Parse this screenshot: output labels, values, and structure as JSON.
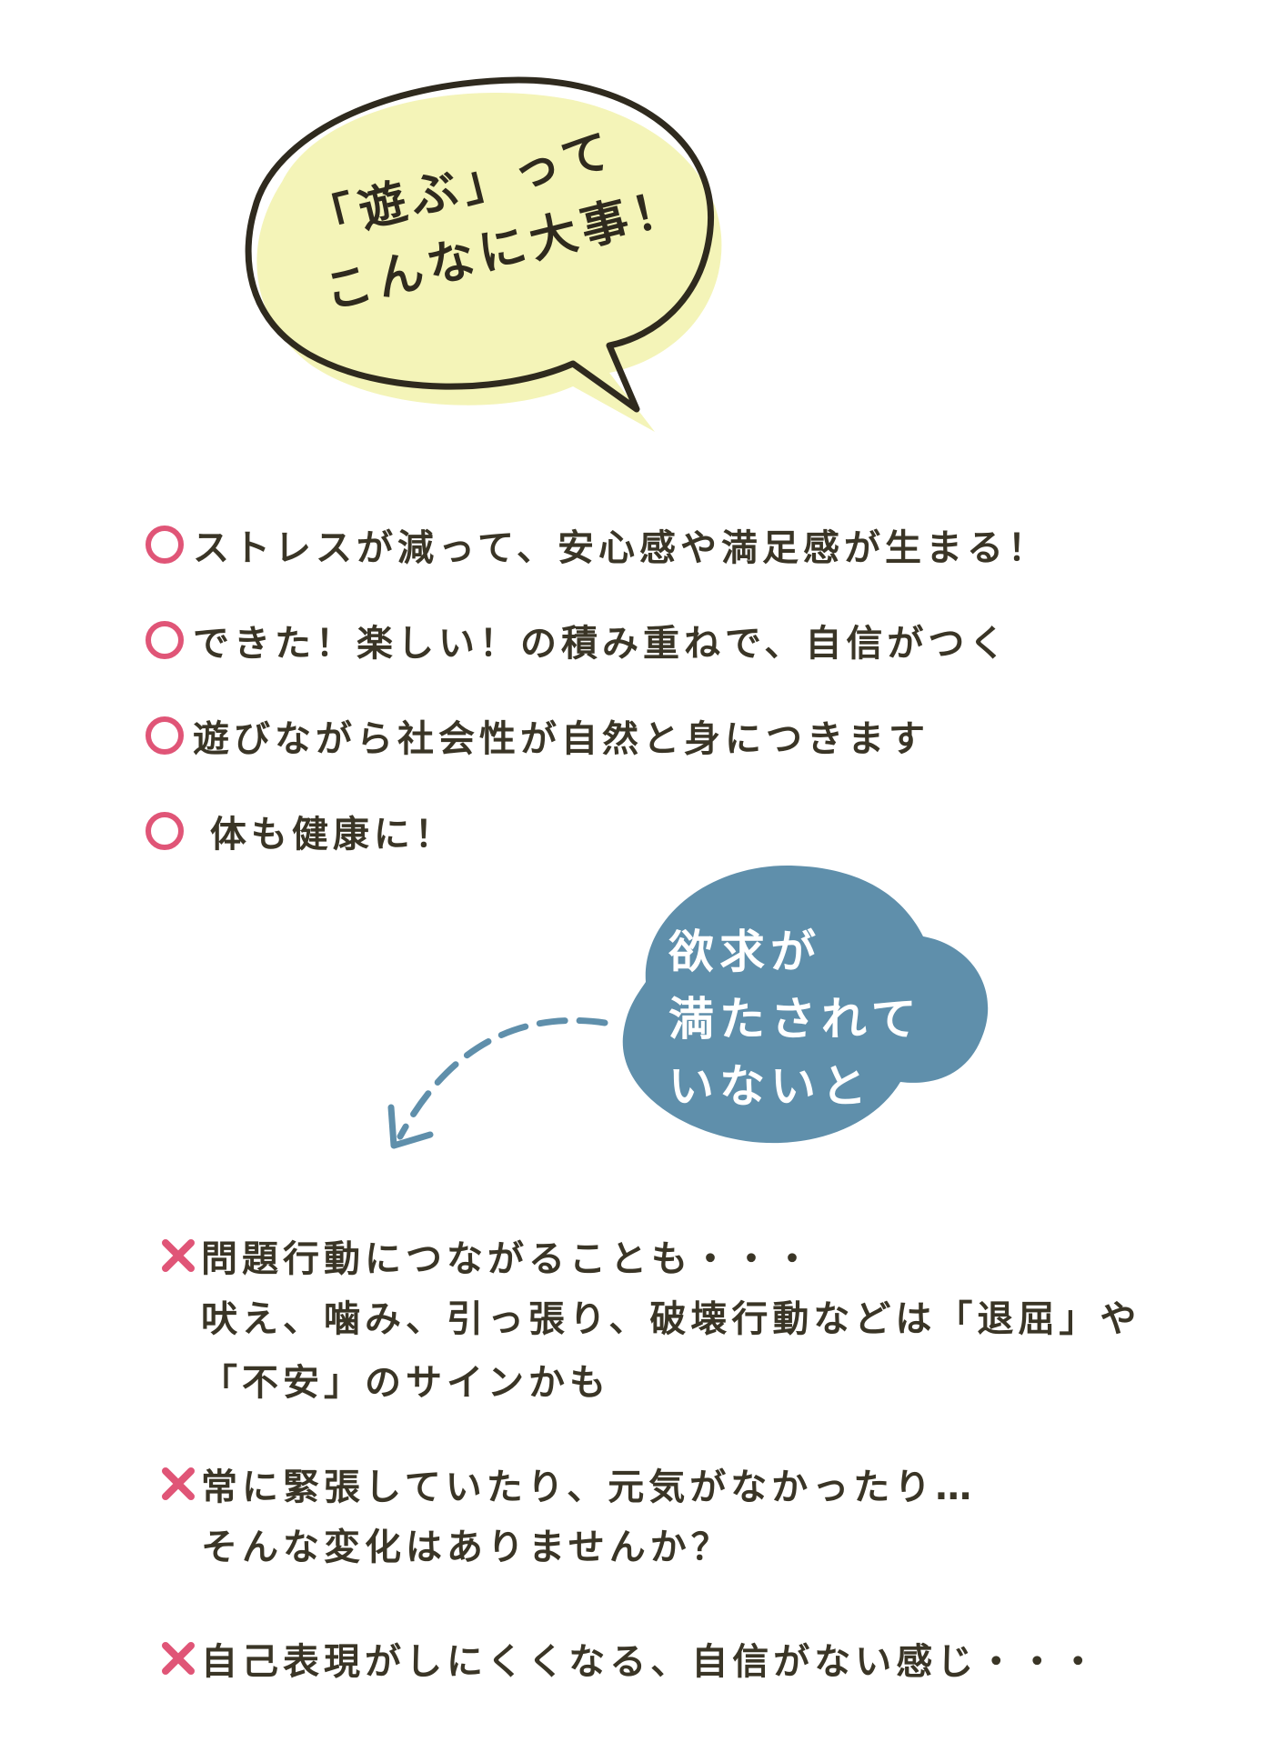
{
  "bubble": {
    "line1": "「遊ぶ」って",
    "line2": "こんなに大事！",
    "fill_color": "#f4f4b8",
    "stroke_color": "#2f2a1e"
  },
  "benefits": [
    "ストレスが減って、安心感や満足感が生まる！",
    "できた！楽しい！の積み重ねで、自信がつく",
    "遊びながら社会性が自然と身につきます",
    " 体も健康に！"
  ],
  "benefit_mark_color": "#e05577",
  "blob": {
    "lines": [
      "欲求が",
      "満たされて",
      "いないと"
    ],
    "color": "#5f8fab"
  },
  "arrow_color": "#5f8fab",
  "concerns": [
    {
      "head": "問題行動につながることも・・・",
      "sub": [
        "吠え、噛み、引っ張り、破壊行動などは「退屈」や",
        "「不安」のサインかも"
      ]
    },
    {
      "head": "常に緊張していたり、元気がなかったり…",
      "sub": [
        "そんな変化はありませんか？"
      ]
    },
    {
      "head": "自己表現がしにくくなる、自信がない感じ・・・",
      "sub": []
    }
  ],
  "concern_mark_color": "#e05577"
}
